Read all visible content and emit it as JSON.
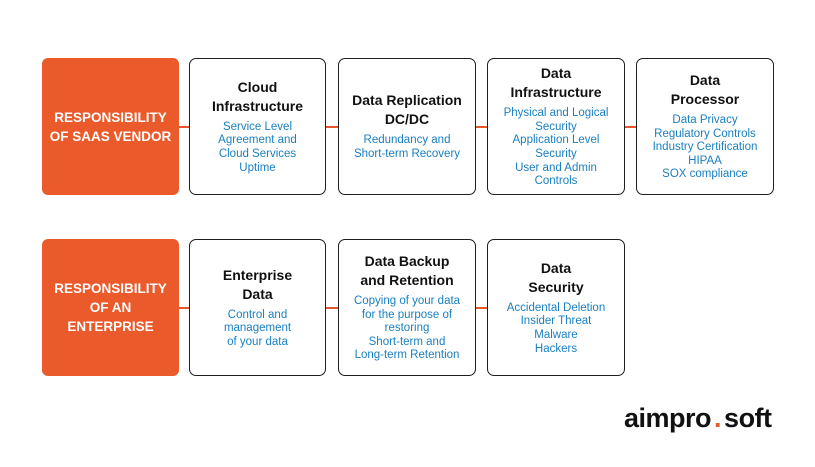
{
  "colors": {
    "accent": "#ea5a2b",
    "text": "#111111",
    "detail": "#1a7fc1"
  },
  "rows": [
    {
      "label": "RESPONSIBILITY OF SAAS VENDOR",
      "cards": [
        {
          "title": "Cloud\nInfrastructure",
          "lines": [
            "Service Level",
            "Agreement and",
            "Cloud Services",
            "Uptime"
          ]
        },
        {
          "title": "Data Replication\nDC/DC",
          "lines": [
            "Redundancy and",
            "Short-term Recovery"
          ]
        },
        {
          "title": "Data\nInfrastructure",
          "lines": [
            "Physical and Logical",
            "Security",
            "Application Level",
            "Security",
            "User and Admin",
            "Controls"
          ]
        },
        {
          "title": "Data\nProcessor",
          "lines": [
            "Data Privacy",
            "Regulatory Controls",
            "Industry Certification",
            "HIPAA",
            "SOX compliance"
          ]
        }
      ]
    },
    {
      "label": "RESPONSIBILITY OF AN ENTERPRISE",
      "cards": [
        {
          "title": "Enterprise\nData",
          "lines": [
            "Control and",
            "management",
            "of your data"
          ]
        },
        {
          "title": "Data Backup\nand Retention",
          "lines": [
            "Copying of your data",
            "for the purpose of",
            "restoring",
            "Short-term and",
            "Long-term Retention"
          ]
        },
        {
          "title": "Data\nSecurity",
          "lines": [
            "Accidental Deletion",
            "Insider Threat",
            "Malware",
            "Hackers"
          ]
        }
      ]
    }
  ],
  "logo": {
    "left": "aimpro",
    "dot": ".",
    "right": "soft"
  }
}
